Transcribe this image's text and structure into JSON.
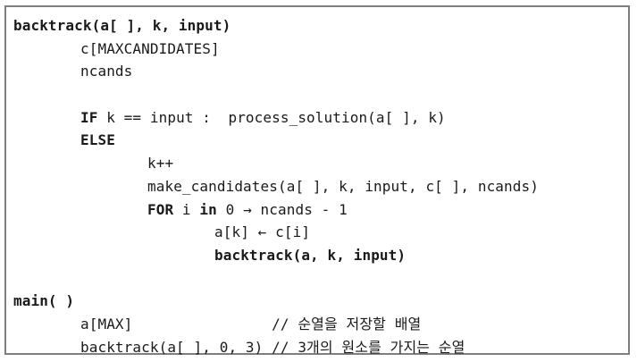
{
  "lines": [
    {
      "indent": 0,
      "parts": [
        {
          "text": "backtrack(a[ ], k, input)",
          "bold": true
        }
      ]
    },
    {
      "indent": 1,
      "parts": [
        {
          "text": "c[MAXCANDIDATES]",
          "bold": false
        }
      ]
    },
    {
      "indent": 1,
      "parts": [
        {
          "text": "ncands",
          "bold": false
        }
      ]
    },
    {
      "indent": 0,
      "parts": []
    },
    {
      "indent": 1,
      "parts": [
        {
          "text": "IF",
          "bold": true
        },
        {
          "text": " k == input :  process_solution(a[ ], k)",
          "bold": false
        }
      ]
    },
    {
      "indent": 1,
      "parts": [
        {
          "text": "ELSE",
          "bold": true
        }
      ]
    },
    {
      "indent": 2,
      "parts": [
        {
          "text": "k++",
          "bold": false
        }
      ]
    },
    {
      "indent": 2,
      "parts": [
        {
          "text": "make_candidates(a[ ], k, input, c[ ], ncands)",
          "bold": false
        }
      ]
    },
    {
      "indent": 2,
      "parts": [
        {
          "text": "FOR",
          "bold": true
        },
        {
          "text": " i ",
          "bold": false
        },
        {
          "text": "in",
          "bold": true
        },
        {
          "text": " 0 → ncands - 1",
          "bold": false
        }
      ]
    },
    {
      "indent": 3,
      "parts": [
        {
          "text": "a[k] ← c[i]",
          "bold": false
        }
      ]
    },
    {
      "indent": 3,
      "parts": [
        {
          "text": "backtrack(a, k, input)",
          "bold": true
        }
      ]
    },
    {
      "indent": 0,
      "parts": []
    },
    {
      "indent": 0,
      "parts": [
        {
          "text": "main( )",
          "bold": true
        }
      ]
    },
    {
      "indent": 1,
      "parts": [
        {
          "text": "a[MAX]                // 순열을 저장할 배열",
          "bold": false
        }
      ]
    },
    {
      "indent": 1,
      "parts": [
        {
          "text": "backtrack(a[ ], 0, 3) // 3개의 원소를 가지는 순열",
          "bold": false
        }
      ]
    }
  ]
}
